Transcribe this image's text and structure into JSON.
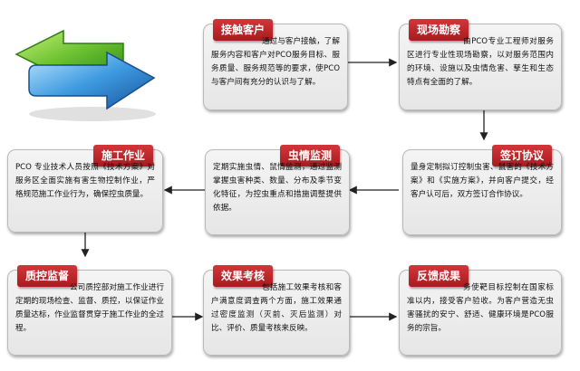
{
  "steps": [
    {
      "id": "contact",
      "title": "接触客户",
      "text": "通过与客户接触，了解服务内容和客户对PCO服务目标、服务质量、服务规范等的要求，使PCO与客户间有充分的认识与了解。"
    },
    {
      "id": "survey",
      "title": "现场勘察",
      "text": "由PCO专业工程师对服务区进行专业性现场勘察，以对服务范围内的环境、设施以及虫情危害、孳生和生态特点有全面的了解。"
    },
    {
      "id": "agreement",
      "title": "签订协议",
      "text": "量身定制拟订控制虫害、鼠害的《技术方案》和《实施方案》，并向客户提交，经客户认可后，双方签订合作协议。"
    },
    {
      "id": "monitoring",
      "title": "虫情监测",
      "text": "定期实施虫情、鼠情监测，通过监测掌握虫害种类、数量、分布及季节变化特征，为控虫重点和措施调整提供依据。"
    },
    {
      "id": "construction",
      "title": "施工作业",
      "text": "PCO 专业技术人员按照《技术方案》对服务区全面实施有害生物控制作业，严格规范施工作业行为，确保控虫质量。"
    },
    {
      "id": "supervision",
      "title": "质控监督",
      "text": "公司质控部对施工作业进行定期的现场检查、监督、质控，以保证作业质量达标，作业监督贯穿于施工作业的全过程。"
    },
    {
      "id": "assessment",
      "title": "效果考核",
      "text": "包括施工效果考核和客户满意度调查两个方面，施工效果通过密度监测（灭前、灭后监测）对比、评价、质量考核来反映。"
    },
    {
      "id": "feedback",
      "title": "反馈成果",
      "text": "务使靶目标控制在国家标准以内，接受客户验收。为客户营造无虫害骚扰的安宁、舒适、健康环境是PCO服务的宗旨。"
    }
  ],
  "colors": {
    "label": "#b8242a",
    "card": "#ececec",
    "arrow": "#222222",
    "logo_green": "#5fb82f",
    "logo_blue": "#2f86cf"
  },
  "icons": {
    "logo": "double-arrow-logo-icon",
    "connector": "arrow-connector-icon"
  }
}
